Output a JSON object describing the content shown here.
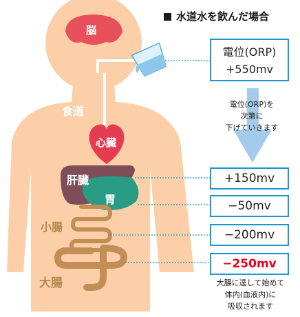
{
  "title": "水道水を飲んだ場合",
  "organs": {
    "brain": "脳",
    "esophagus": "食道",
    "heart": "心臓",
    "liver": "肝臓",
    "stomach": "胃",
    "small_intestine": "小腸",
    "large_intestine": "大腸"
  },
  "initial": {
    "line1": "電位(ORP)",
    "line2": "+550mv"
  },
  "arrow_note": [
    "電位(ORP)を",
    "次第に",
    "下げていきます"
  ],
  "values": [
    "+150mv",
    "−50mv",
    "−200mv",
    "−250mv"
  ],
  "bottom_note": [
    "大腸に達して始めて",
    "体内(血液内)に",
    "吸収されます"
  ],
  "colors": {
    "body": "#fccfa9",
    "brain": "#e8505b",
    "heart": "#e63c52",
    "liver": "#7f4d57",
    "stomach": "#2a9b85",
    "intestine": "#c28e55",
    "intestine_label": "#b8874a",
    "box_border": "#1a95cf",
    "arrow": "#a5cbeb",
    "highlight": "#e5001c"
  }
}
